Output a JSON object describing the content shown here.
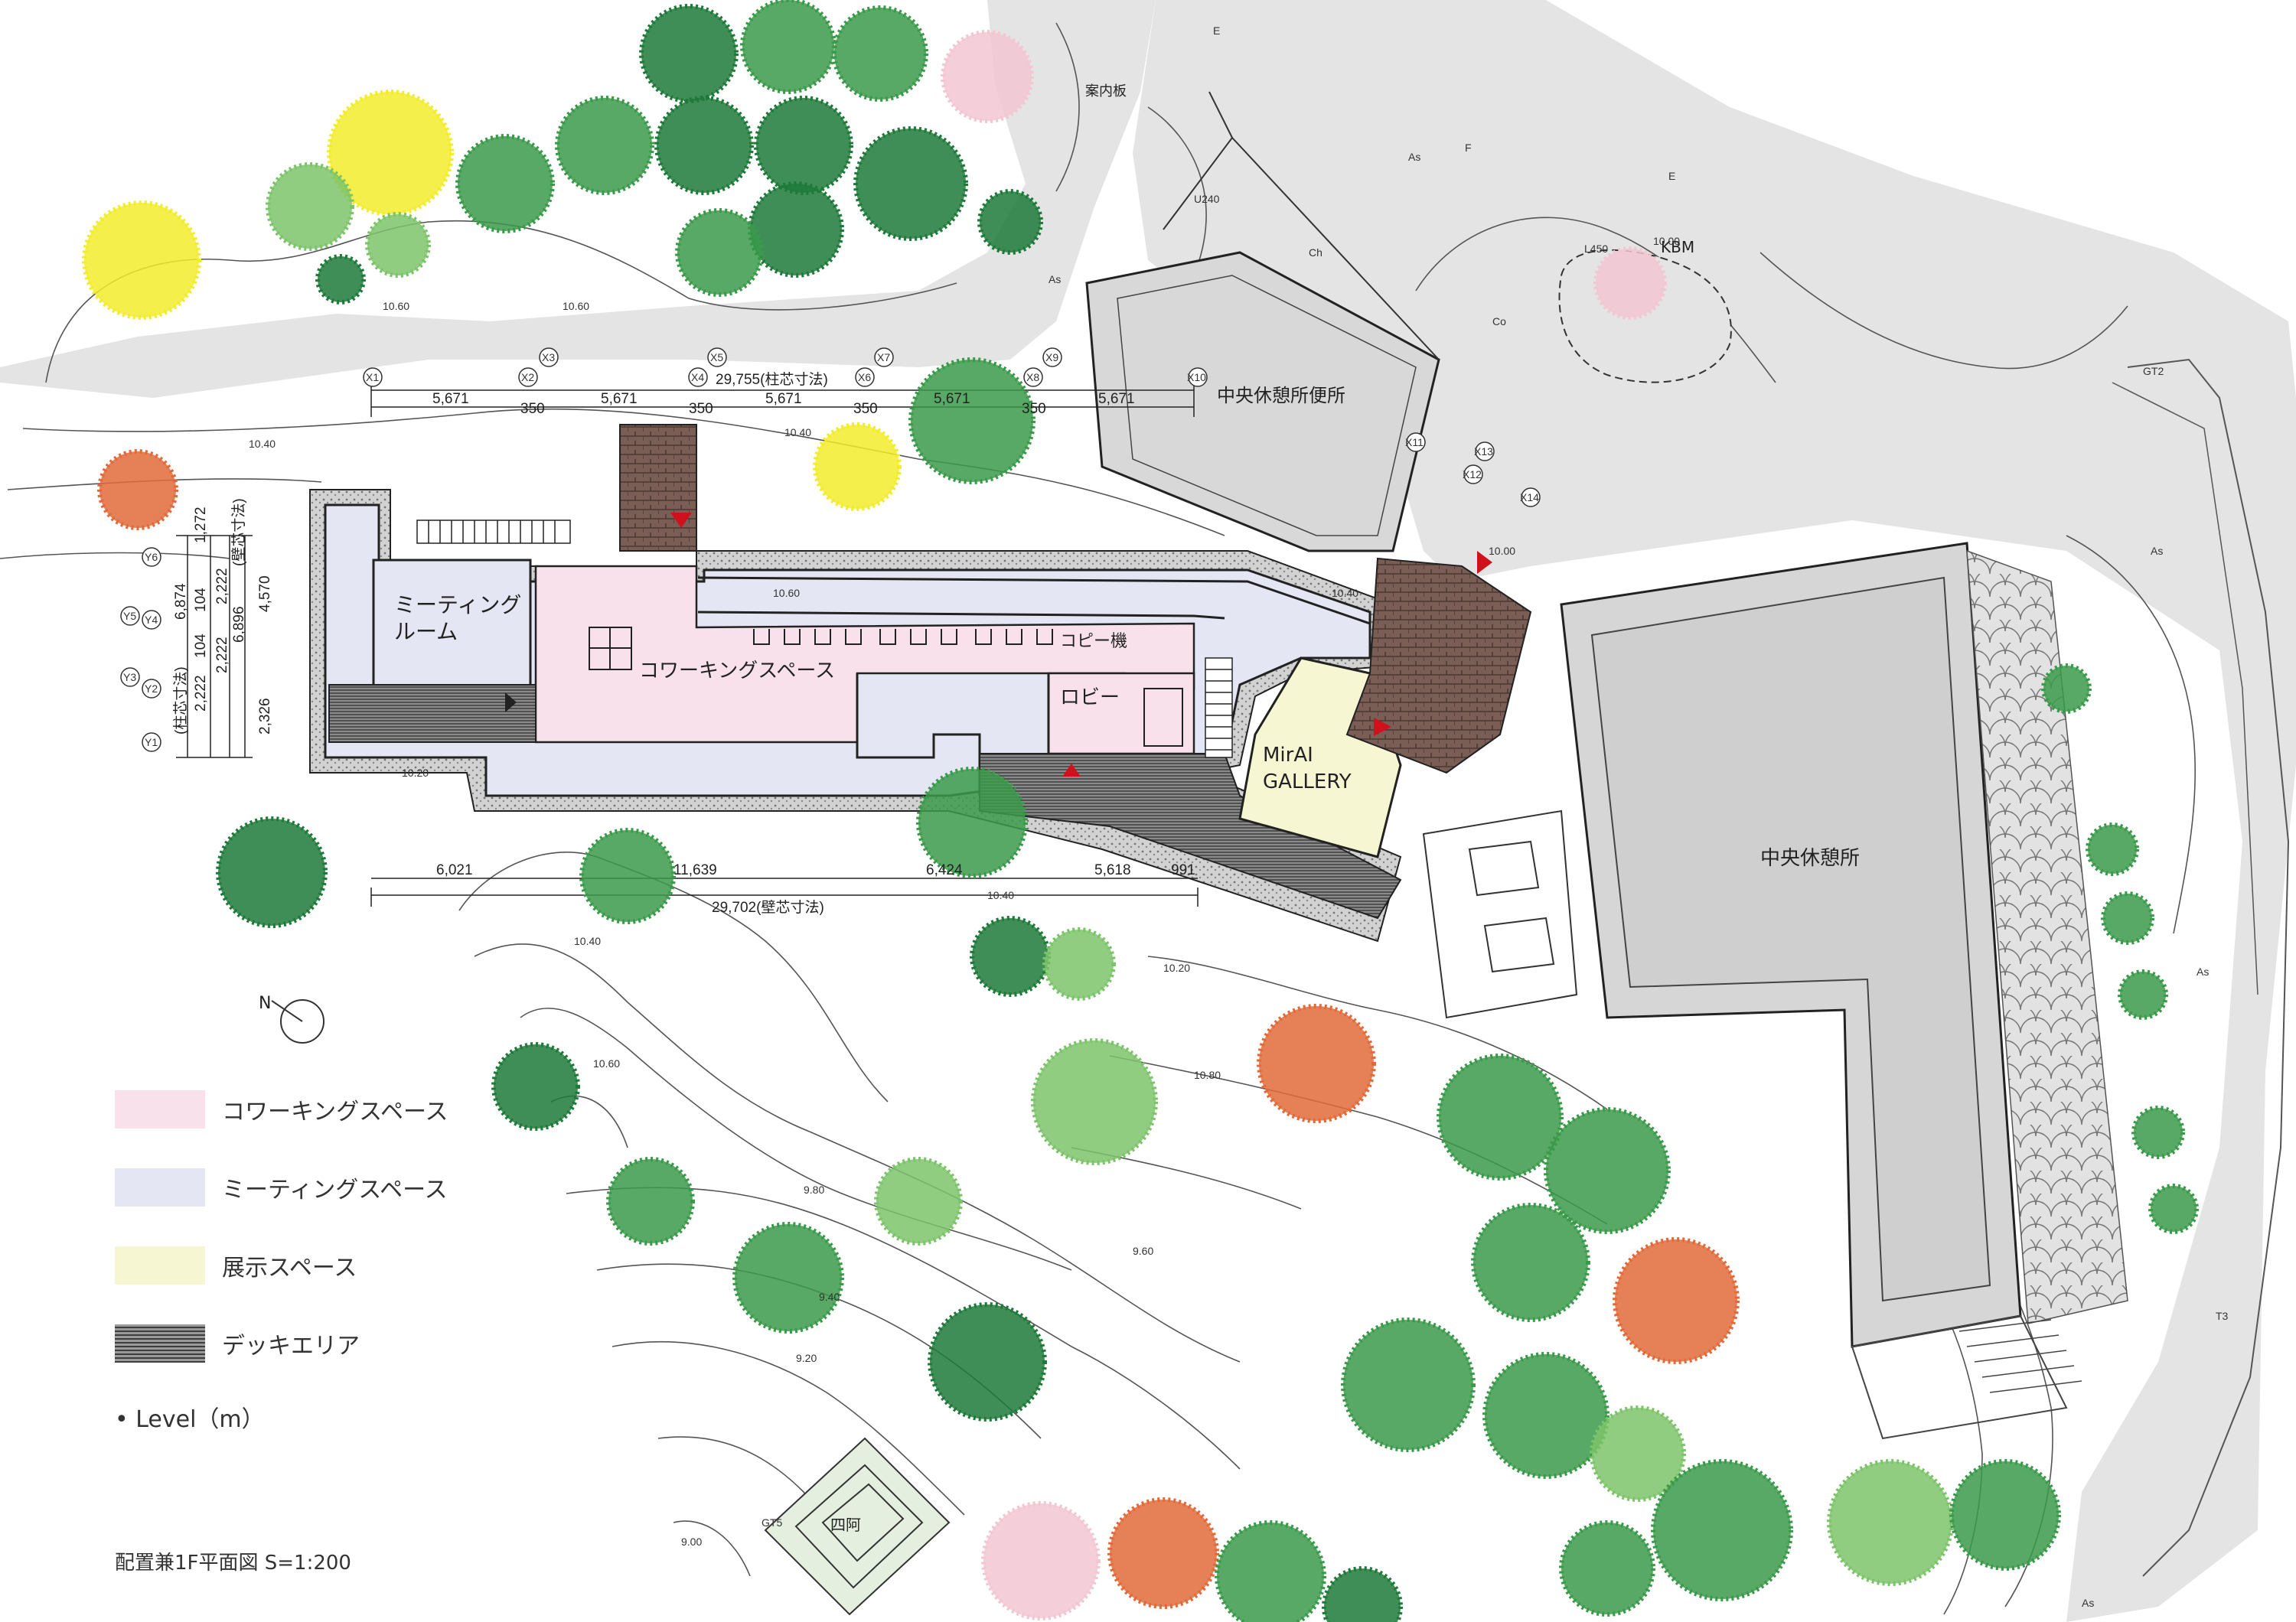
{
  "rooms": {
    "meeting_room_line1": "ミーティング",
    "meeting_room_line2": "ルーム",
    "coworking": "コワーキングスペース",
    "copy": "コピー機",
    "lobby": "ロビー",
    "gallery_line1": "MirAI",
    "gallery_line2": "GALLERY",
    "toilets": "中央休憩所便所",
    "rest_area": "中央休憩所",
    "gazebo": "四阿",
    "signboard": "案内板",
    "kbm": "KBM"
  },
  "dimensions": {
    "top_total": "29,755(柱芯寸法)",
    "top_bays": [
      "5,671",
      "350",
      "5,671",
      "350",
      "5,671",
      "350",
      "5,671",
      "350",
      "5,671"
    ],
    "bottom_total": "29,702(壁芯寸法)",
    "bottom_bays": [
      "6,021",
      "11,639",
      "6,424",
      "5,618",
      "991"
    ],
    "left_a": "6,874",
    "left_a_note": "(柱芯寸法)",
    "left_b": "6,896",
    "left_b_note": "(壁芯寸法)",
    "left_c": "4,570",
    "left_d": "2,326",
    "left_small": [
      "2,222",
      "2,222",
      "2,222",
      "104",
      "104",
      "1,272"
    ]
  },
  "grid": {
    "x": [
      "X1",
      "X2",
      "X3",
      "X4",
      "X5",
      "X6",
      "X7",
      "X8",
      "X9",
      "X10",
      "X11",
      "X12",
      "X13",
      "X14"
    ],
    "y": [
      "Y1",
      "Y2",
      "Y3",
      "Y4",
      "Y5",
      "Y6"
    ]
  },
  "levels": [
    "10.60",
    "10.40",
    "10.20",
    "10.00",
    "9.80",
    "9.60",
    "9.40",
    "9.20",
    "9.00",
    "10.80"
  ],
  "surface_codes": [
    "As",
    "Co",
    "Ch",
    "U240",
    "L450",
    "GT2",
    "GT5",
    "T3",
    "E",
    "F"
  ],
  "north": "N",
  "legend": {
    "items": [
      {
        "label": "コワーキングスペース",
        "color": "#f8e1ea"
      },
      {
        "label": "ミーティングスペース",
        "color": "#e4e6f3"
      },
      {
        "label": "展示スペース",
        "color": "#f7f6d2"
      },
      {
        "label": "デッキエリア",
        "color": "#6e6e6e"
      }
    ],
    "level_note": "• Level（m）"
  },
  "caption": "配置兼1F平面図 S=1:200",
  "colors": {
    "coworking": "#f8e1ea",
    "meeting": "#e4e6f3",
    "exhibit": "#f7f6d2",
    "deck": "#6e5a50",
    "paving": "#e6e6e6",
    "tree_green": "#3a9a4a",
    "tree_dark": "#1f7a3a",
    "tree_light": "#7cc46a",
    "tree_yellow": "#f2ec2a",
    "tree_orange": "#e26a3a",
    "tree_pink": "#f2c6d2",
    "arrow_red": "#d0101a"
  }
}
